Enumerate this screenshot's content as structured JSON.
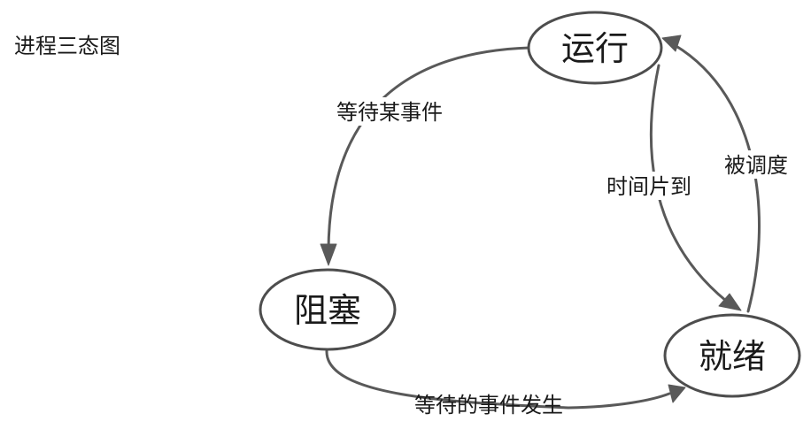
{
  "title": "进程三态图",
  "states": {
    "running": "运行",
    "blocked": "阻塞",
    "ready": "就绪"
  },
  "transitions": {
    "running_to_blocked": "等待某事件",
    "blocked_to_ready": "等待的事件发生",
    "running_to_ready": "时间片到",
    "ready_to_running": "被调度"
  },
  "colors": {
    "stroke": "#4d4d4d",
    "arrow": "#595959",
    "text": "#1a1a1a",
    "background": "#ffffff"
  }
}
